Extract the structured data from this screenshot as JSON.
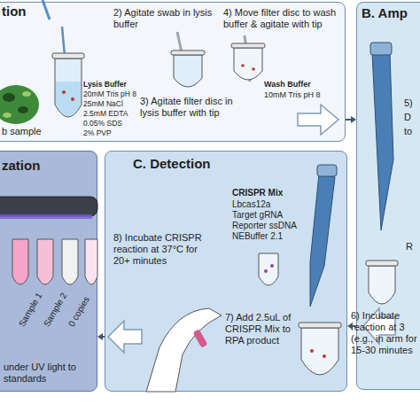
{
  "diagram": {
    "nodes": [
      {
        "text": [
          "tion",
          "2) Agitate swab in lysis buffer",
          "3) Agitate filter disc in lysis buffer with tip",
          "4) Move filter disc to wash buffer & agitate with tip"
        ]
      },
      {
        "text": [
          "B. Amp",
          "5)",
          "D",
          "to",
          "R",
          "6) Incubate reaction at 3 (e.g., in arm for 15-30 minutes"
        ]
      },
      {
        "text": [
          "C. Detection",
          "8) Incubate CRISPR reaction at 37°C for 20+ minutes",
          "7) Add 2.5uL of CRISPR Mix to RPA product"
        ]
      },
      {
        "text": [
          "zation",
          "under UV light to standards"
        ]
      }
    ],
    "edges": [
      {
        "from": 0,
        "to": 1,
        "arrow": "to"
      },
      {
        "from": 1,
        "to": 2,
        "arrow": "to"
      },
      {
        "from": 2,
        "to": 3,
        "arrow": "to"
      }
    ],
    "labels": [
      "Lysis Buffer",
      "20mM Tris pH 8",
      "25mM NaCl",
      "2.5mM EDTA",
      "0.05% SDS",
      "2% PVP",
      "Wash Buffer",
      "10mM Tris pH 8",
      "b sample",
      "CRISPR Mix",
      "Lbcas12a",
      "Target gRNA",
      "Reporter ssDNA",
      "NEBuffer 2.1",
      "Sample 1",
      "Sample 2",
      "0 copies"
    ]
  }
}
